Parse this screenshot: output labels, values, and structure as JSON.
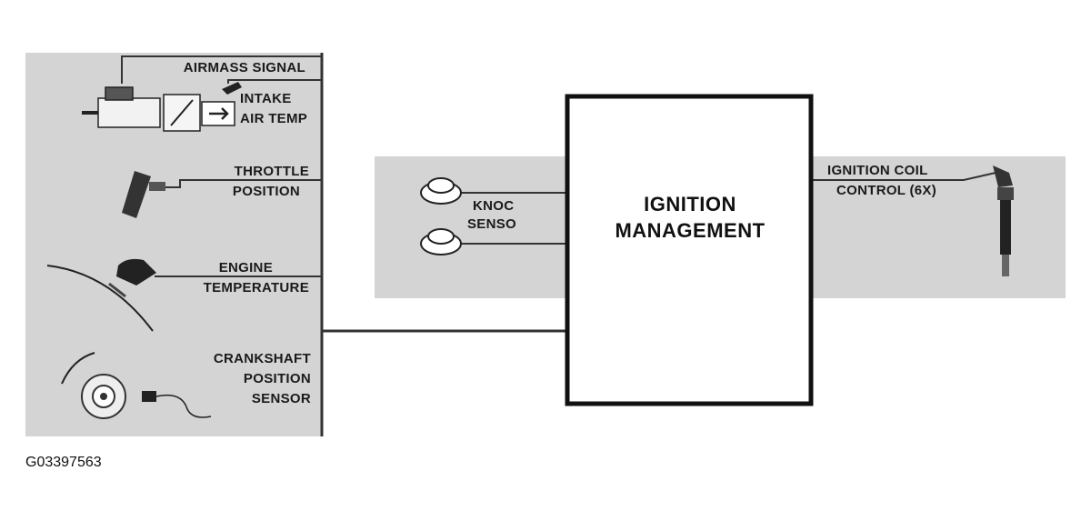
{
  "colors": {
    "panel_gray": "#d4d4d4",
    "line": "#333333",
    "box_border": "#111111",
    "box_fill": "#ffffff"
  },
  "main_block": {
    "line1": "IGNITION",
    "line2": "MANAGEMENT"
  },
  "inputs": {
    "airmass": "AIRMASS SIGNAL",
    "intake_line1": "INTAKE",
    "intake_line2": "AIR TEMP",
    "throttle_line1": "THROTTLE",
    "throttle_line2": "POSITION",
    "engine_line1": "ENGINE",
    "engine_line2": "TEMPERATURE",
    "crank_line1": "CRANKSHAFT",
    "crank_line2": "POSITION",
    "crank_line3": "SENSOR",
    "knock_line1": "KNOC",
    "knock_line2": "SENSO"
  },
  "outputs": {
    "coil_line1": "IGNITION COIL",
    "coil_line2": "CONTROL (6X)"
  },
  "figure_id": "G03397563",
  "icons": [
    "airmass-meter-icon",
    "intake-air-temp-sensor-icon",
    "throttle-position-sensor-icon",
    "engine-temperature-sensor-icon",
    "crankshaft-sensor-icon",
    "knock-sensor-icon",
    "ignition-coil-icon"
  ]
}
